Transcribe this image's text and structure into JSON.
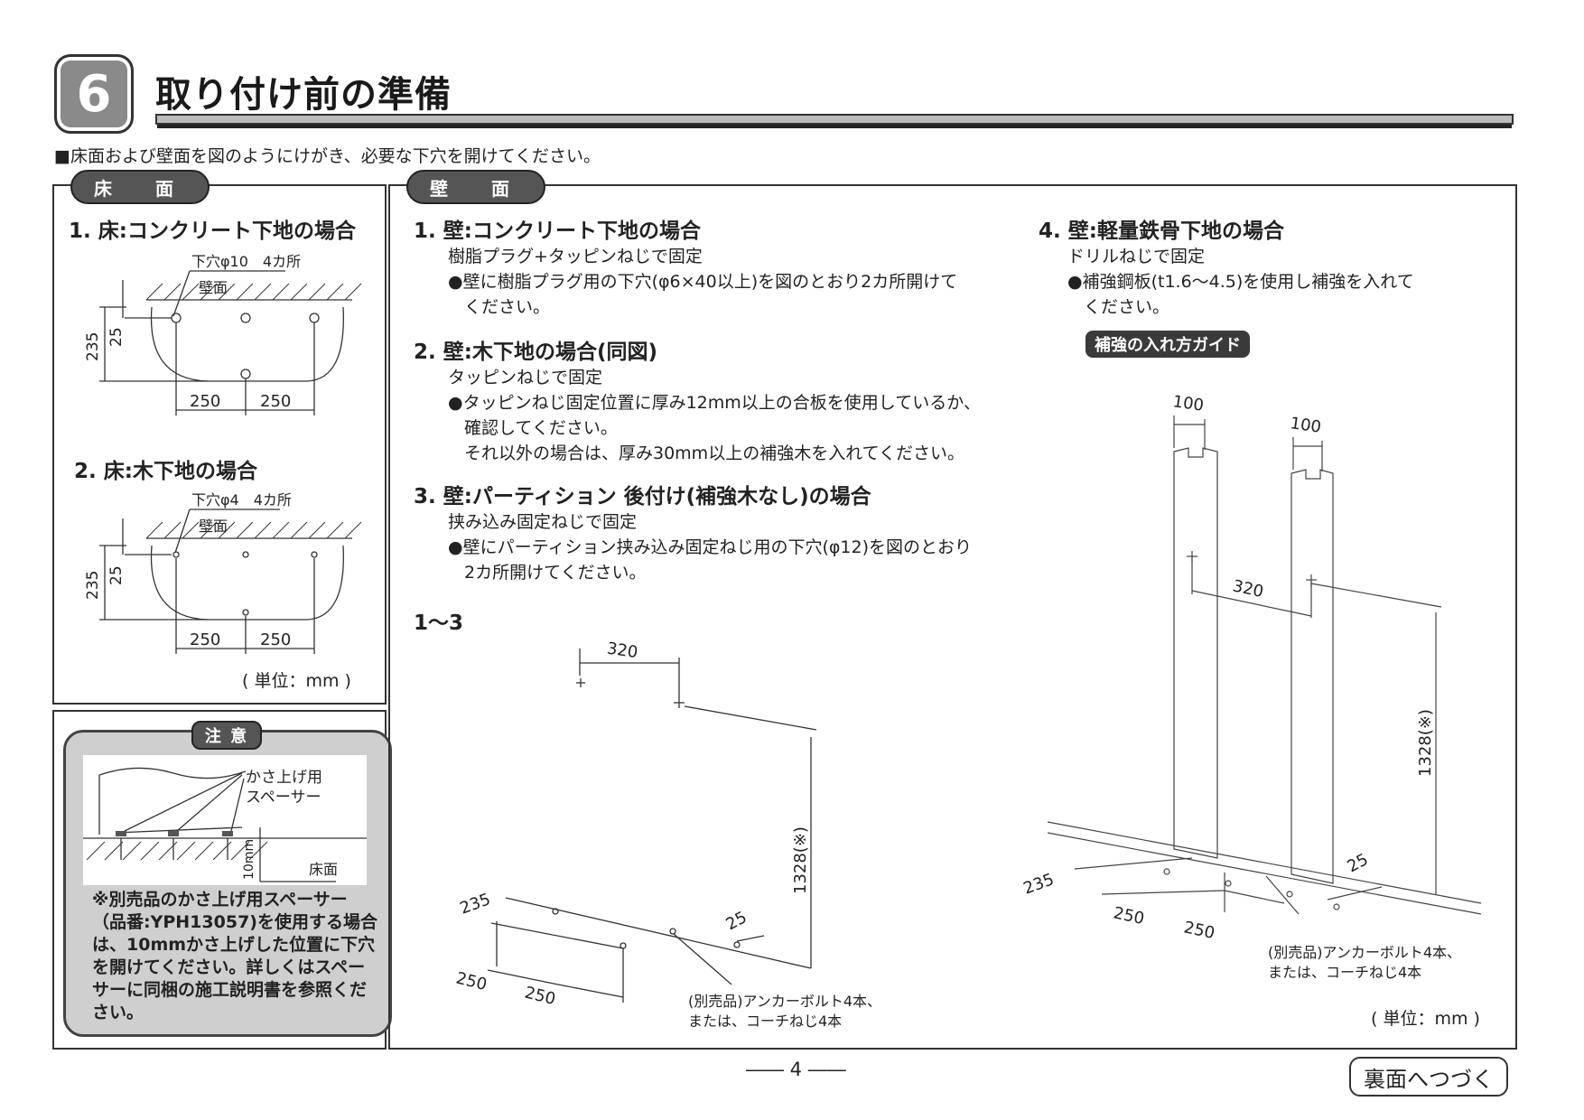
{
  "header": {
    "section_number": "6",
    "title": "取り付け前の準備"
  },
  "intro": "■床面および壁面を図のようにけがき、必要な下穴を開けてください。",
  "floor": {
    "label": "床　面",
    "case1": {
      "heading": "1. 床:コンクリート下地の場合",
      "hole": "下穴φ10　4カ所",
      "wall": "壁面",
      "dim_235": "235",
      "dim_25": "25",
      "dim_250a": "250",
      "dim_250b": "250"
    },
    "case2": {
      "heading": "2. 床:木下地の場合",
      "hole": "下穴φ4　4カ所",
      "wall": "壁面",
      "dim_235": "235",
      "dim_25": "25",
      "dim_250a": "250",
      "dim_250b": "250"
    },
    "unit": "( 単位：mm )"
  },
  "caution": {
    "label": "注 意",
    "spacer_line1": "かさ上げ用",
    "spacer_line2": "スペーサー",
    "dim_10mm": "10mm",
    "floor": "床面",
    "text": "※別売品のかさ上げ用スペーサー（品番:YPH13057)を使用する場合は、10mmかさ上げした位置に下穴を開けてください。詳しくはスペーサーに同梱の施工説明書を参照ください。"
  },
  "wall": {
    "label": "壁　面",
    "s1": {
      "heading": "1. 壁:コンクリート下地の場合",
      "line1": "樹脂プラグ+タッピンねじで固定",
      "bullet": "●壁に樹脂プラグ用の下穴(φ6×40以上)を図のとおり2カ所開けて",
      "bullet2": "ください。"
    },
    "s2": {
      "heading": "2. 壁:木下地の場合(同図)",
      "line1": "タッピンねじで固定",
      "bullet": "●タッピンねじ固定位置に厚み12mm以上の合板を使用しているか、",
      "bullet2": "確認してください。",
      "bullet3": "それ以外の場合は、厚み30mm以上の補強木を入れてください。"
    },
    "s3": {
      "heading": "3. 壁:パーティション 後付け(補強木なし)の場合",
      "line1": "挟み込み固定ねじで固定",
      "bullet": "●壁にパーティション挟み込み固定ねじ用の下穴(φ12)を図のとおり",
      "bullet2": "2カ所開けてください。"
    },
    "s4": {
      "heading": "4. 壁:軽量鉄骨下地の場合",
      "line1": "ドリルねじで固定",
      "bullet": "●補強鋼板(t1.6～4.5)を使用し補強を入れて",
      "bullet2": "ください。",
      "guide": "補強の入れ方ガイド"
    },
    "fig13": {
      "label": "1～3",
      "dim_320": "320",
      "dim_1328": "1328(※)",
      "dim_235": "235",
      "dim_25": "25",
      "dim_250a": "250",
      "dim_250b": "250",
      "anchor1": "(別売品)アンカーボルト4本、",
      "anchor2": "または、コーチねじ4本"
    },
    "fig4": {
      "dim_100a": "100",
      "dim_100b": "100",
      "dim_320": "320",
      "dim_1328": "1328(※)",
      "dim_235": "235",
      "dim_25": "25",
      "dim_250a": "250",
      "dim_250b": "250",
      "anchor1": "(別売品)アンカーボルト4本、",
      "anchor2": "または、コーチねじ4本"
    },
    "unit": "( 単位：mm )"
  },
  "footer": {
    "page": "―― 4 ――",
    "continue": "裏面へつづく"
  }
}
